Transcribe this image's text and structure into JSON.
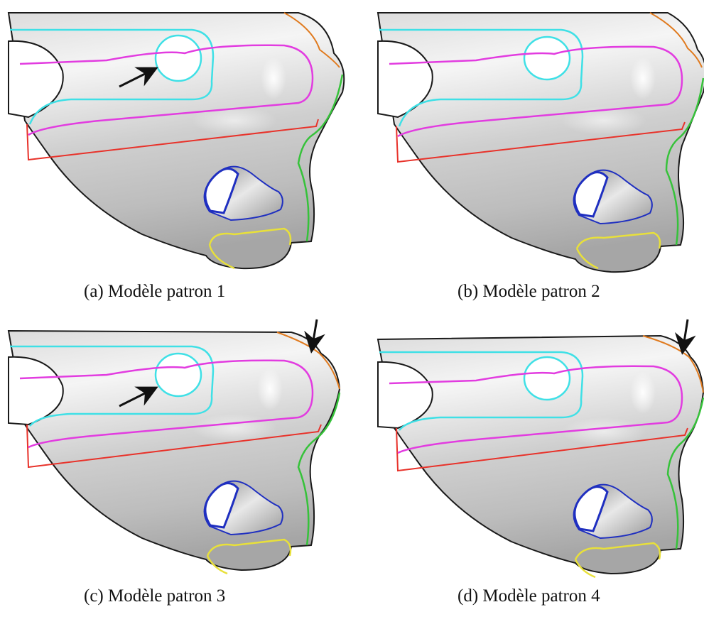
{
  "figure": {
    "panels": [
      {
        "id": "a",
        "caption": "(a) Modèle patron 1",
        "arrows": [
          "hole-arrow"
        ]
      },
      {
        "id": "b",
        "caption": "(b) Modèle patron 2",
        "arrows": []
      },
      {
        "id": "c",
        "caption": "(c) Modèle patron 3",
        "arrows": [
          "hole-arrow",
          "top-arrow"
        ]
      },
      {
        "id": "d",
        "caption": "(d) Modèle patron 4",
        "arrows": [
          "top-arrow"
        ]
      }
    ],
    "curve_colors": {
      "outline": "#1a1a1a",
      "red": "#e8322a",
      "orange": "#e07a1e",
      "cyan": "#3fe0e6",
      "magenta": "#e23ce0",
      "green": "#36c23a",
      "blue": "#1f2fc0",
      "yellow": "#e8e03a",
      "surface_light": "#f4f4f4",
      "surface_dark": "#9a9a9a"
    }
  }
}
